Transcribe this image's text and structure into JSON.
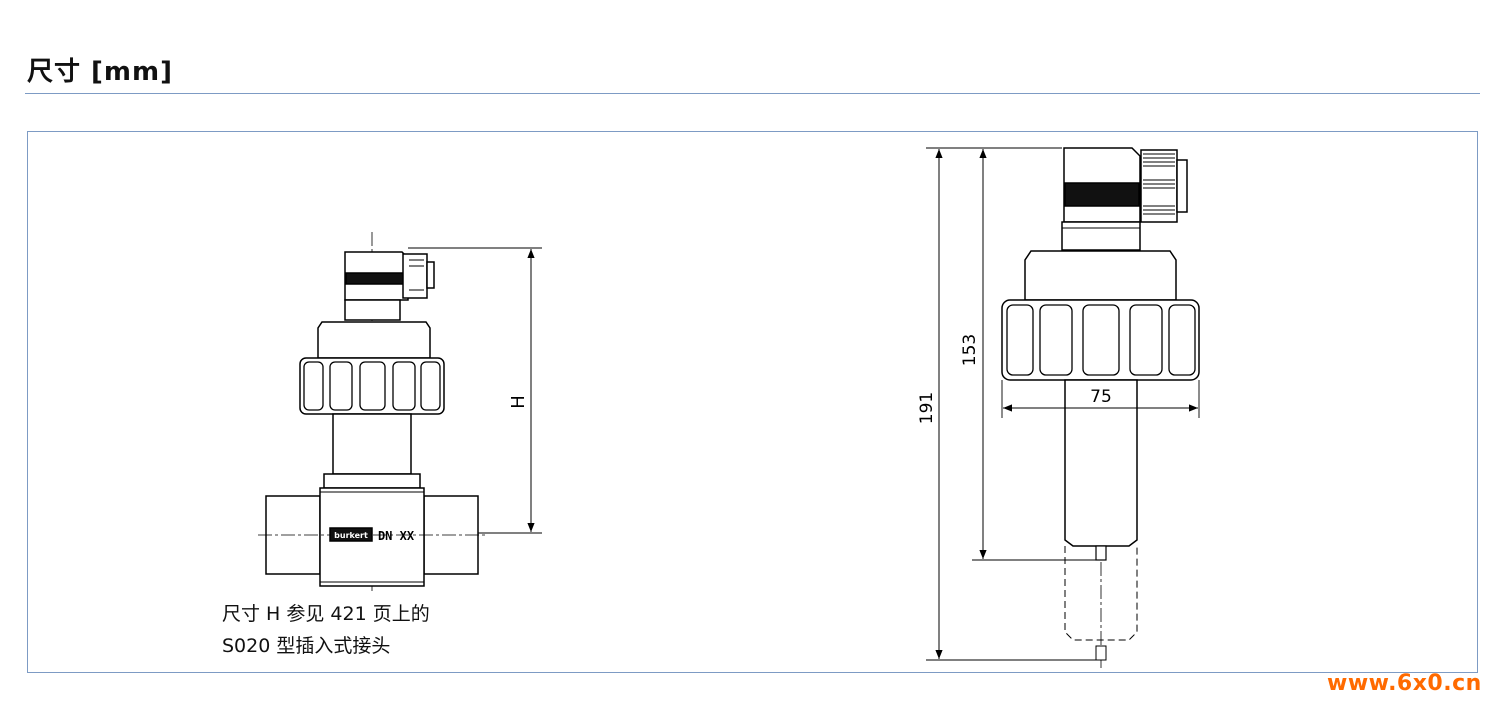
{
  "header": {
    "title": "尺寸 [mm]"
  },
  "left_view": {
    "dim_label": "H",
    "marking_brand": "burkert",
    "marking_size": "DN XX"
  },
  "right_view": {
    "dim_total": "191",
    "dim_probe": "153",
    "dim_width": "75"
  },
  "note": {
    "line1": "尺寸 H 参见 421 页上的",
    "line2": "S020 型插入式接头"
  },
  "watermark": {
    "text": "www.6x0.cn",
    "color": "#ff6a00"
  },
  "colors": {
    "rule": "#7d9bc4",
    "line": "#000000"
  }
}
